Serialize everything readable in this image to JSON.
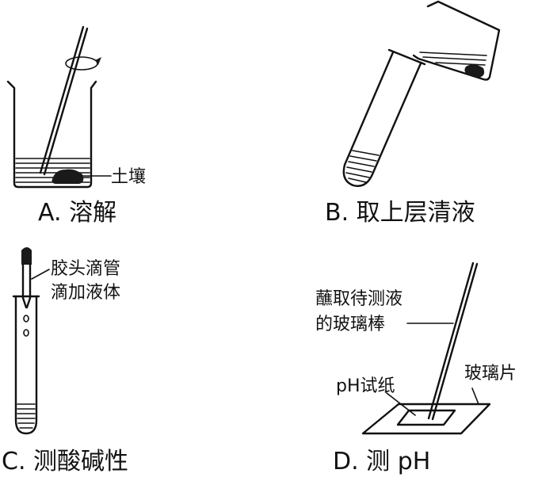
{
  "panels": {
    "a": {
      "caption": "A. 溶解",
      "label_soil": "土壤"
    },
    "b": {
      "caption": "B. 取上层清液"
    },
    "c": {
      "caption": "C. 测酸碱性",
      "label_dropper_line1": "胶头滴管",
      "label_dropper_line2": "滴加液体"
    },
    "d": {
      "caption": "D. 测 pH",
      "label_rod_line1": "蘸取待测液",
      "label_rod_line2": "的玻璃棒",
      "label_plate": "玻璃片",
      "label_paper": "pH试纸"
    }
  },
  "colors": {
    "ink": "#111111",
    "background": "#ffffff"
  }
}
